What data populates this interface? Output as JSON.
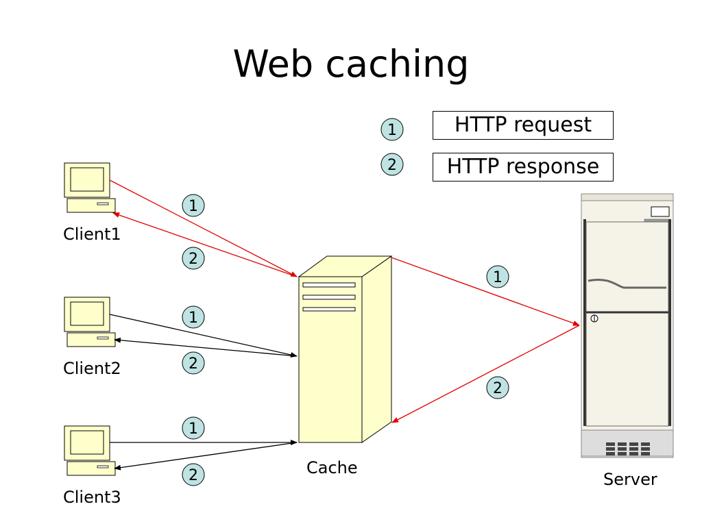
{
  "title": "Web caching",
  "legend": [
    {
      "number": "1",
      "label": "HTTP request"
    },
    {
      "number": "2",
      "label": "HTTP response"
    }
  ],
  "nodes": {
    "clients": [
      "Client1",
      "Client2",
      "Client3"
    ],
    "cache": "Cache",
    "server": "Server"
  },
  "colors": {
    "client1_arrows": "#e00000",
    "client2_arrows": "#000000",
    "client3_arrows": "#000000",
    "cache_server_arrows": "#e00000",
    "step_badge_fill": "#bfe3e3",
    "cache_fill": "#ffffcc",
    "computer_fill": "#ffffcc",
    "server_fill": "#f5f2e8"
  },
  "icons": {
    "client": "desktop-computer-icon",
    "cache": "tower-server-icon",
    "server": "rack-server-icon"
  }
}
